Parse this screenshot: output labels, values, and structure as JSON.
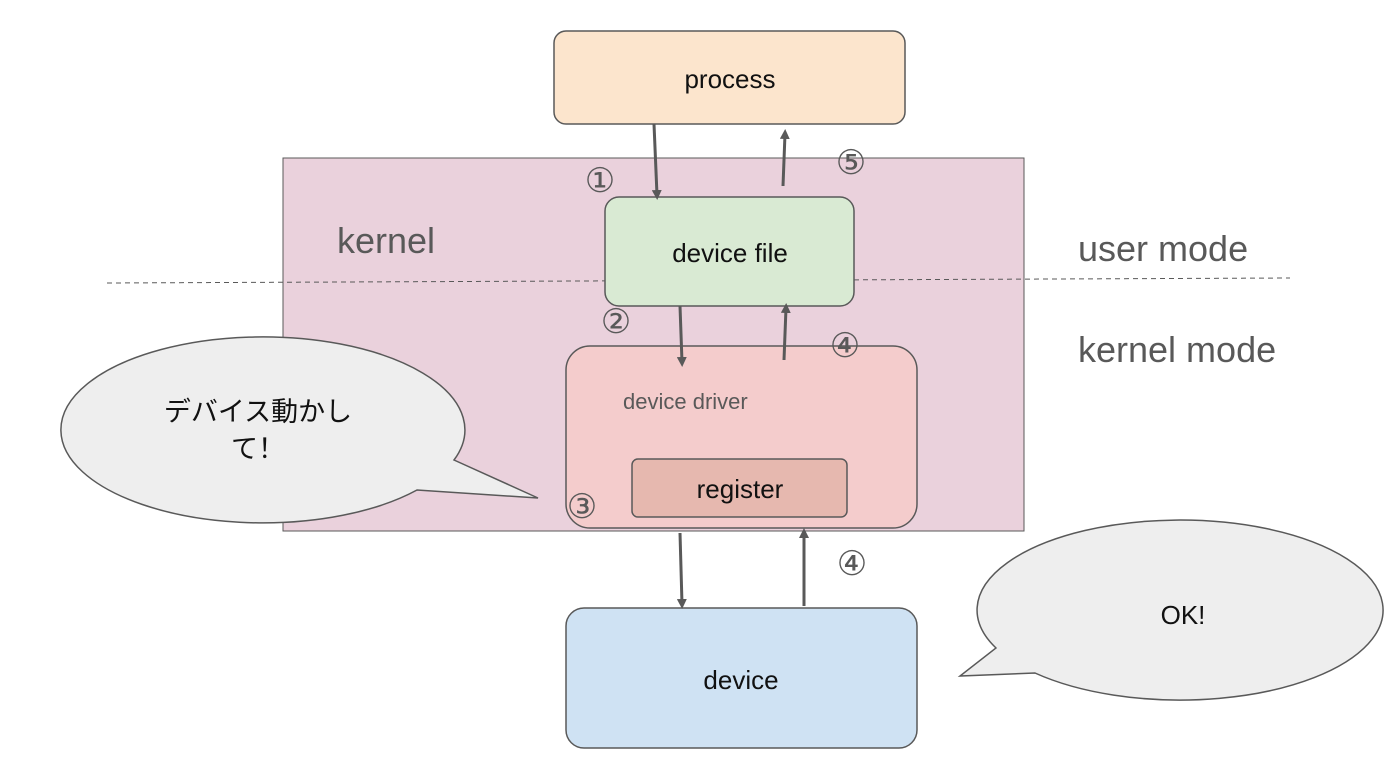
{
  "nodes": {
    "process": "process",
    "device_file": "device file",
    "device_driver": "device driver",
    "register": "register",
    "device": "device"
  },
  "regions": {
    "kernel": "kernel",
    "user_mode": "user mode",
    "kernel_mode": "kernel mode"
  },
  "steps": {
    "s1": "①",
    "s2": "②",
    "s3": "③",
    "s4_upper": "④",
    "s4_lower": "④",
    "s5": "⑤"
  },
  "bubbles": {
    "left_line1": "デバイス動かし",
    "left_line2": "て！",
    "right": "OK!"
  },
  "colors": {
    "process_fill": "#fce5cd",
    "device_file_fill": "#d9ead3",
    "kernel_fill": "#ead1dc",
    "driver_fill": "#f4cccc",
    "register_fill": "#e6b8af",
    "device_fill": "#cfe2f3",
    "bubble_fill": "#eeeeee",
    "stroke": "#595959"
  },
  "icons": {
    "arrow": "arrow-icon"
  }
}
